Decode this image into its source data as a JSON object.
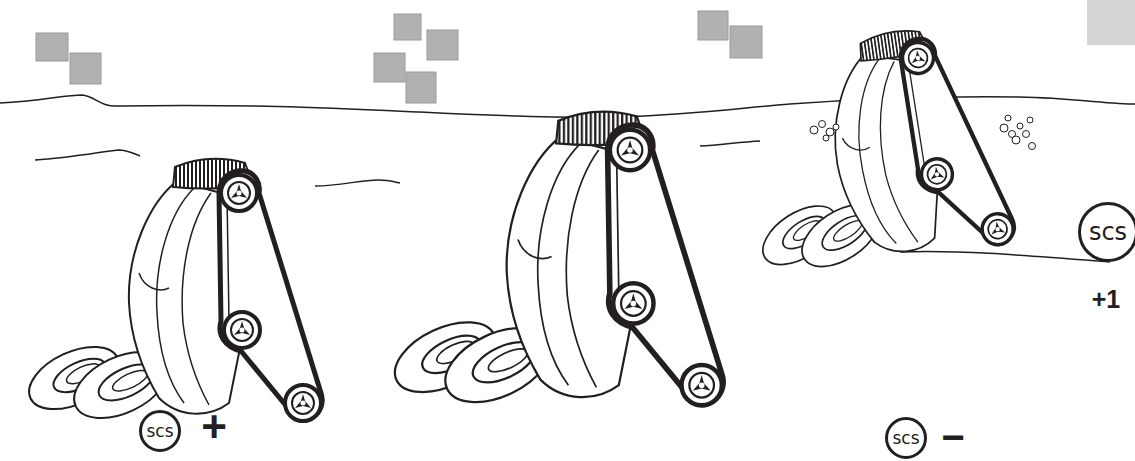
{
  "diagram": {
    "nodes": [
      {
        "text": [
          "scs"
        ]
      },
      {
        "text": [
          "scs"
        ]
      },
      {
        "text": [
          "scs"
        ]
      }
    ],
    "labels": [
      "+",
      "+1",
      "−"
    ]
  }
}
